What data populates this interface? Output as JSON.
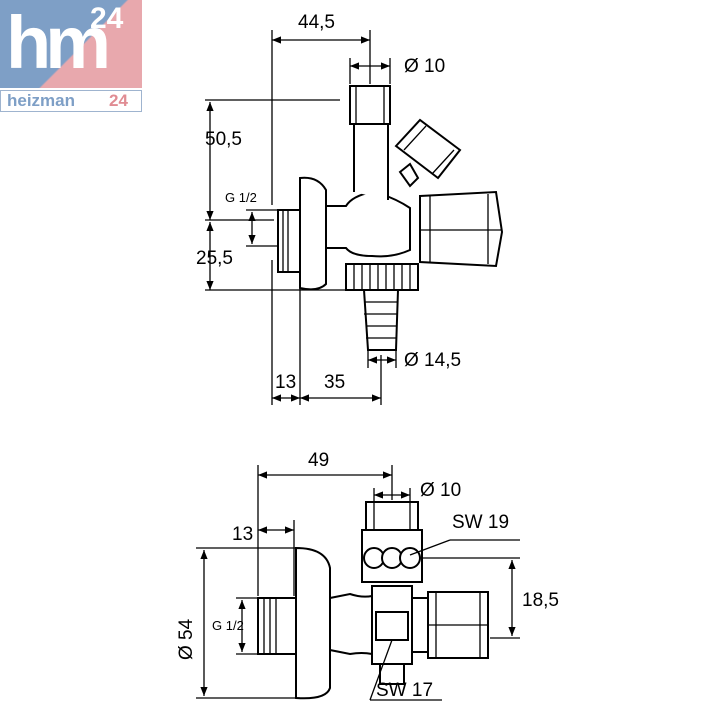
{
  "logo": {
    "mark": "hm",
    "superscript": "24",
    "name": "heizman",
    "name_number": "24",
    "colors": {
      "blue": "#7e9fc6",
      "pink": "#e8a8ad"
    }
  },
  "top_view": {
    "dimensions": {
      "width_top": "44,5",
      "dia_top": "Ø 10",
      "height_upper": "50,5",
      "thread": "G 1/2",
      "height_lower": "25,5",
      "dia_hose": "Ø 14,5",
      "offset_left": "13",
      "offset_right": "35"
    }
  },
  "bottom_view": {
    "dimensions": {
      "width_top": "49",
      "dia_top": "Ø 10",
      "offset_left": "13",
      "wrench_upper": "SW 19",
      "height_right": "18,5",
      "dia_rosette": "Ø 54",
      "thread": "G 1/2",
      "wrench_lower": "SW 17"
    }
  }
}
